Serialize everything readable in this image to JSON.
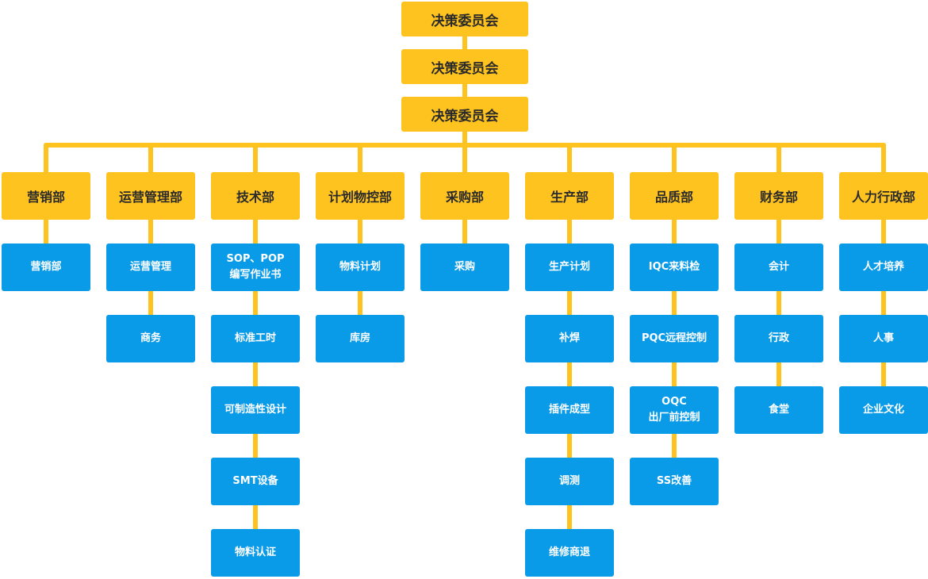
{
  "colors": {
    "accent_yellow": "#FFC31F",
    "accent_blue": "#0A9BE8",
    "connector": "#FFC31F"
  },
  "top": [
    "决策委员会",
    "决策委员会",
    "决策委员会"
  ],
  "departments": [
    {
      "name": "营销部",
      "children": [
        "营销部"
      ]
    },
    {
      "name": "运营管理部",
      "children": [
        "运营管理",
        "商务"
      ]
    },
    {
      "name": "技术部",
      "children": [
        "SOP、POP\n编写作业书",
        "标准工时",
        "可制造性设计",
        "SMT设备",
        "物料认证"
      ]
    },
    {
      "name": "计划物控部",
      "children": [
        "物料计划",
        "库房"
      ]
    },
    {
      "name": "采购部",
      "children": [
        "采购"
      ]
    },
    {
      "name": "生产部",
      "children": [
        "生产计划",
        "补焊",
        "插件成型",
        "调测",
        "维修商退"
      ]
    },
    {
      "name": "品质部",
      "children": [
        "IQC来料检",
        "PQC远程控制",
        "OQC\n出厂前控制",
        "SS改善"
      ]
    },
    {
      "name": "财务部",
      "children": [
        "会计",
        "行政",
        "食堂"
      ]
    },
    {
      "name": "人力行政部",
      "children": [
        "人才培养",
        "人事",
        "企业文化"
      ]
    }
  ]
}
